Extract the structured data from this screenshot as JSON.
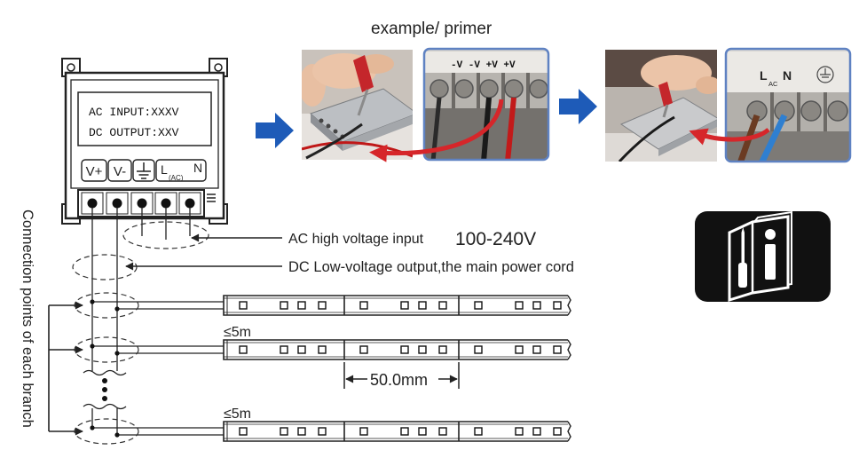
{
  "title": "example/ primer",
  "power_supply": {
    "ac_input": "AC INPUT:XXXV",
    "dc_output": "DC OUTPUT:XXV",
    "terminal_labels": {
      "v_plus": "V+",
      "v_minus": "V-",
      "l": "L",
      "ac": "(AC)",
      "n": "N"
    }
  },
  "photos": {
    "dc_terminal_strip": "-V -V +V +V",
    "ac_terminal": {
      "l": "L",
      "ac": "AC",
      "n": "N"
    }
  },
  "annotations": {
    "ac_input_label": "AC high voltage input",
    "ac_voltage": "100-240V",
    "dc_output_label": "DC Low-voltage output,the main power cord",
    "connection_points": "Connection points of each branch",
    "max_length_1": "≤5m",
    "max_length_2": "≤5m",
    "cut_spacing": "50.0mm"
  },
  "icons": {
    "step_arrow": "blue-right-arrow-icon",
    "manual": "instruction-manual-icon"
  },
  "colors": {
    "step_arrow": "#1e5bb8",
    "callout_arrow": "#d6262a",
    "photo_border": "#5f82c2",
    "icon_background": "#111111"
  }
}
